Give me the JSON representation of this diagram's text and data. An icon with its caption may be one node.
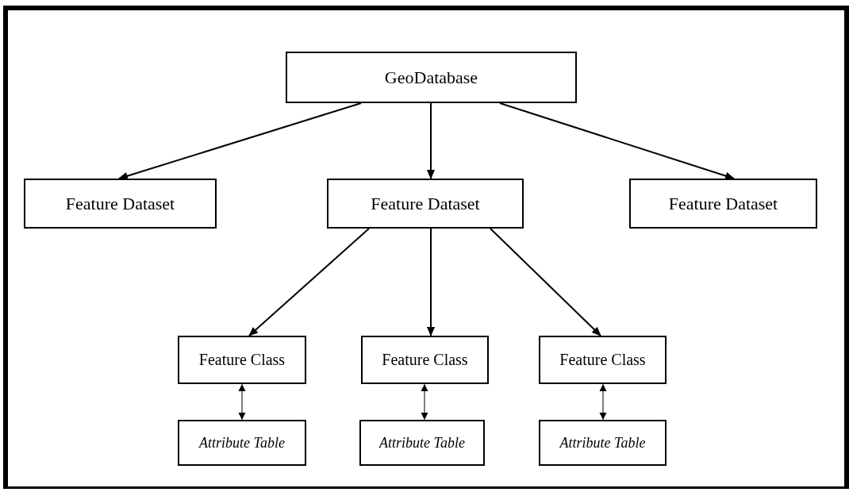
{
  "diagram": {
    "nodes": [
      {
        "text": [
          "GeoDatabase"
        ]
      },
      {
        "text": [
          "Feature Dataset"
        ]
      },
      {
        "text": [
          "Feature Dataset"
        ]
      },
      {
        "text": [
          "Feature Dataset"
        ]
      },
      {
        "text": [
          "Feature Class"
        ]
      },
      {
        "text": [
          "Feature Class"
        ]
      },
      {
        "text": [
          "Feature Class"
        ]
      },
      {
        "text": [
          "Attribute Table"
        ]
      },
      {
        "text": [
          "Attribute Table"
        ]
      },
      {
        "text": [
          "Attribute Table"
        ]
      }
    ],
    "edges": [
      {
        "from": 0,
        "to": 1,
        "arrow": "to"
      },
      {
        "from": 0,
        "to": 2,
        "arrow": "to"
      },
      {
        "from": 0,
        "to": 3,
        "arrow": "to"
      },
      {
        "from": 2,
        "to": 4,
        "arrow": "to"
      },
      {
        "from": 2,
        "to": 5,
        "arrow": "to"
      },
      {
        "from": 2,
        "to": 6,
        "arrow": "to"
      },
      {
        "from": 4,
        "to": 7,
        "arrow": "both"
      },
      {
        "from": 5,
        "to": 8,
        "arrow": "both"
      },
      {
        "from": 6,
        "to": 9,
        "arrow": "both"
      }
    ]
  }
}
